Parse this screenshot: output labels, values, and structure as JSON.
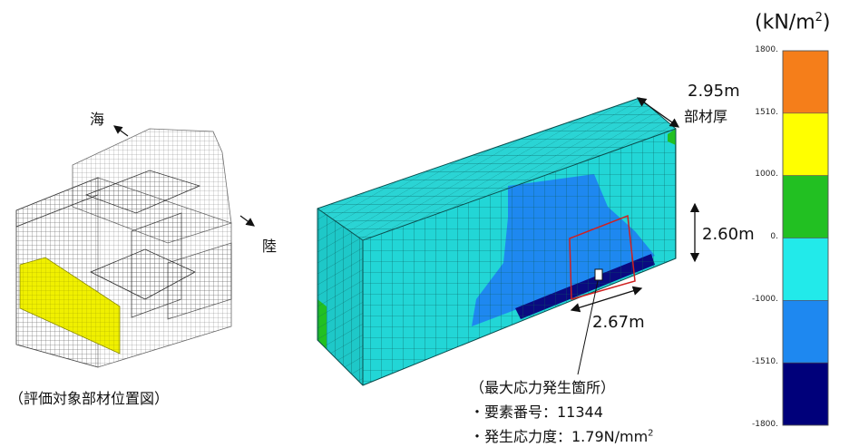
{
  "labels": {
    "sea": "海",
    "land": "陸",
    "location_caption": "（評価対象部材位置図）",
    "thickness_value": "2.95m",
    "thickness_label": "部材厚",
    "height_dim": "2.60m",
    "width_dim": "2.67m",
    "max_stress_title": "（最大応力発生箇所）",
    "element_number": "・要素番号：11344",
    "stress_value_prefix": "・発生応力度：1.79N/mm",
    "stress_value_sup": "2"
  },
  "legend": {
    "unit_prefix": "(kN/m",
    "unit_sup": "2",
    "unit_suffix": ")",
    "ticks": [
      "1800.",
      "1510.",
      "1000.",
      "0.",
      "-1000.",
      "-1510.",
      "-1800."
    ],
    "bands": [
      {
        "color": "#f57e1a"
      },
      {
        "color": "#ffff00"
      },
      {
        "color": "#22c022"
      },
      {
        "color": "#22eaea"
      },
      {
        "color": "#1e88f0"
      },
      {
        "color": "#00007a"
      }
    ]
  },
  "colors": {
    "block_front": "#22d6d6",
    "block_top": "#2ad4d4",
    "block_side": "#1ec8c8",
    "stress_mid": "#1e7ae8",
    "stress_low": "#0a0a80",
    "highlight_box": "#d02020",
    "target_member": "#f0f000"
  }
}
